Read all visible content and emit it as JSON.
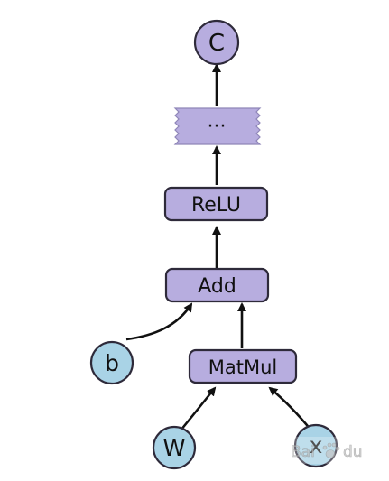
{
  "colors": {
    "op_fill": "#b7addf",
    "op_stroke": "#2e2a3a",
    "var_fill": "#a9d3e6",
    "out_fill": "#b7addf",
    "edge": "#111111",
    "background": "#ffffff"
  },
  "nodes": {
    "c": "C",
    "ellipsis": "···",
    "relu": "ReLU",
    "add": "Add",
    "matmul": "MatMul",
    "b": "b",
    "w": "W",
    "x": "x"
  },
  "watermark": {
    "text": "Bai",
    "icon": "paw-icon",
    "suffix": "du"
  }
}
